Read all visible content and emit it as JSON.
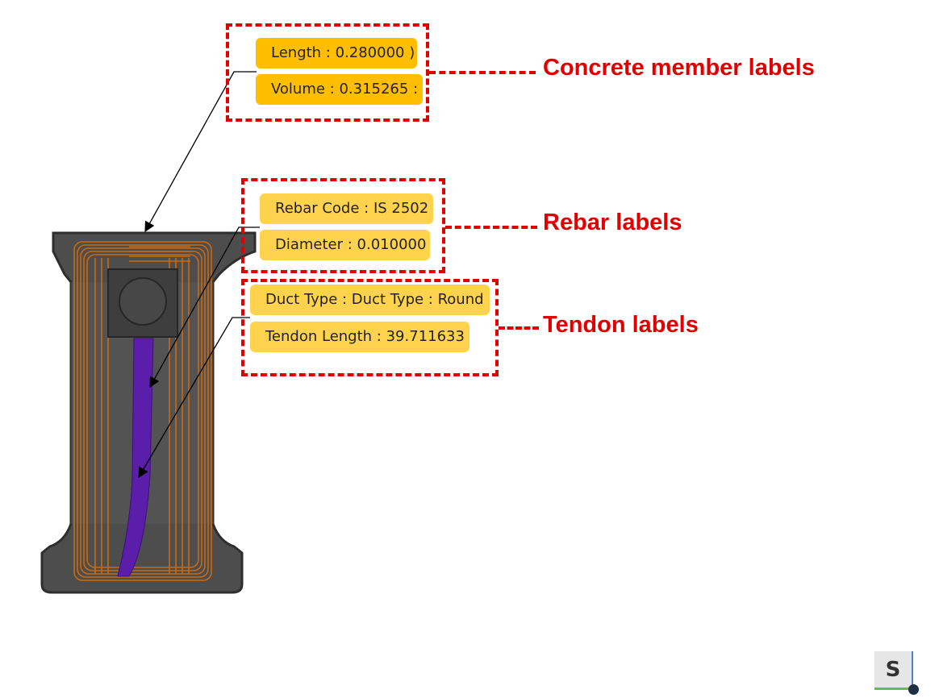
{
  "labels": {
    "concrete": {
      "length": "Length : 0.280000 )",
      "volume": "Volume : 0.315265 :"
    },
    "rebar": {
      "code": "Rebar Code : IS 2502",
      "diameter": "Diameter : 0.010000"
    },
    "tendon": {
      "duct_type": "Duct Type : Duct Type : Round",
      "length": "Tendon Length : 39.711633"
    }
  },
  "callouts": {
    "concrete": "Concrete member labels",
    "rebar": "Rebar labels",
    "tendon": "Tendon labels"
  },
  "app_badge": {
    "letter": "S"
  },
  "colors": {
    "label_fill": "#ffbf00",
    "label_fill_light": "#ffd34d",
    "callout_red": "#e00000",
    "concrete_gray": "#4a4a4a",
    "rebar_orange": "#c96a10",
    "tendon_purple": "#5a1eaa"
  }
}
